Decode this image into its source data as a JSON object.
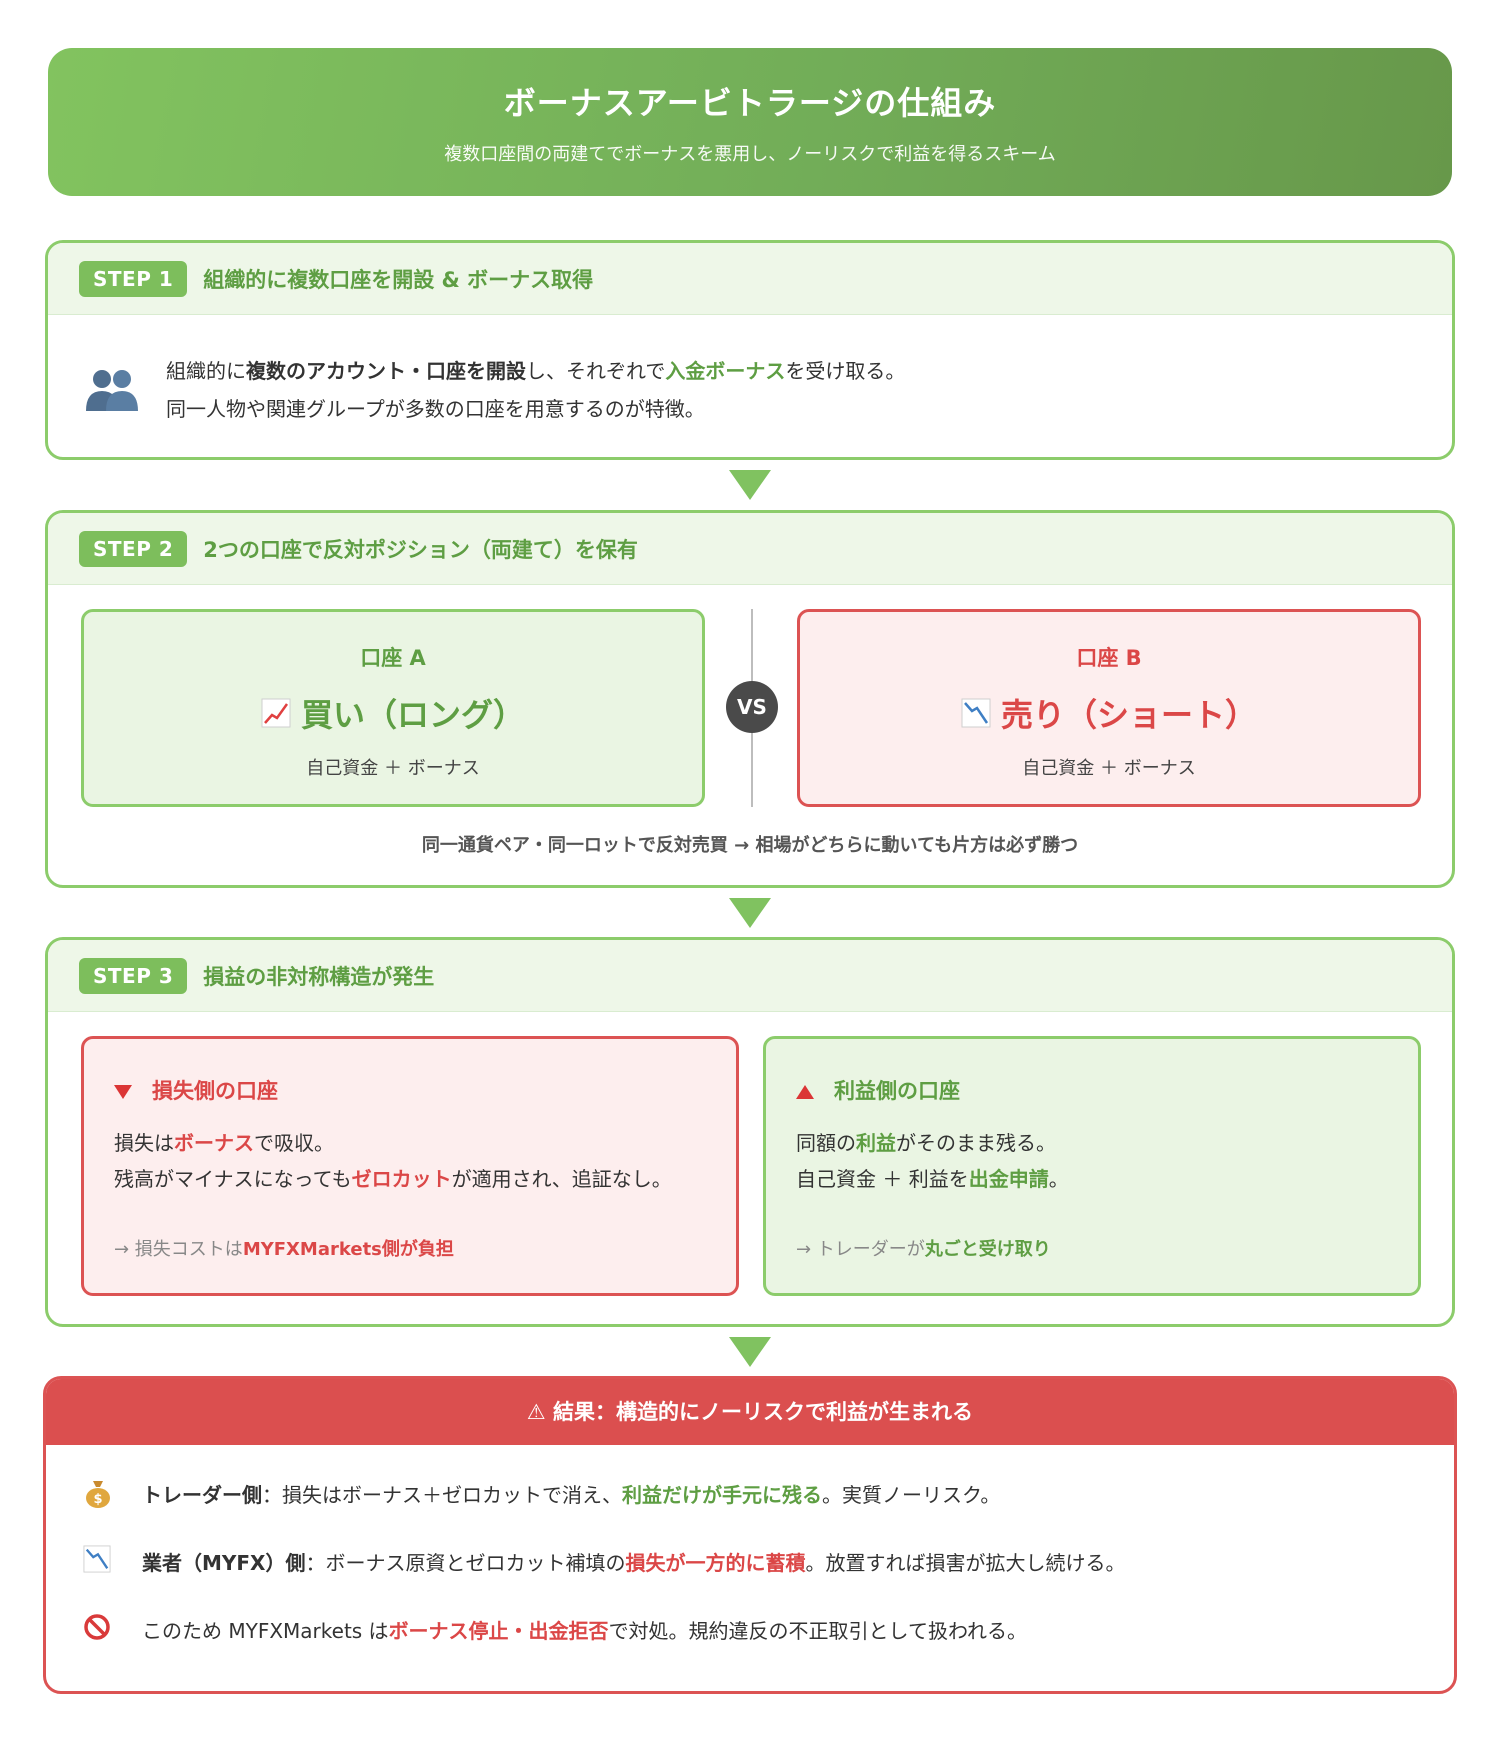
{
  "header": {
    "title": "ボーナスアービトラージの仕組み",
    "subtitle": "複数口座間の両建てでボーナスを悪用し、ノーリスクで利益を得るスキーム"
  },
  "step1": {
    "badge": "STEP 1",
    "title": "組織的に複数口座を開設 & ボーナス取得",
    "icon": "people-icon",
    "line1_a": "組織的に",
    "line1_b": "複数のアカウント・口座を開設",
    "line1_c": "し、それぞれで",
    "line1_d": "入金ボーナス",
    "line1_e": "を受け取る。",
    "line2": "同一人物や関連グループが多数の口座を用意するのが特徴。"
  },
  "step2": {
    "badge": "STEP 2",
    "title": "2つの口座で反対ポジション（両建て）を保有",
    "account_a": {
      "name": "口座 A",
      "icon": "chart-up-icon",
      "position": "買い（ロング）",
      "funds": "自己資金 ＋ ボーナス"
    },
    "account_b": {
      "name": "口座 B",
      "icon": "chart-down-icon",
      "position": "売り（ショート）",
      "funds": "自己資金 ＋ ボーナス"
    },
    "vs": "VS",
    "note": "同一通貨ペア・同一ロットで反対売買 → 相場がどちらに動いても片方は必ず勝つ"
  },
  "step3": {
    "badge": "STEP 3",
    "title": "損益の非対称構造が発生",
    "loss": {
      "title": "損失側の口座",
      "line1_a": "損失は",
      "line1_b": "ボーナス",
      "line1_c": "で吸収。",
      "line2_a": "残高がマイナスになっても",
      "line2_b": "ゼロカット",
      "line2_c": "が適用され、追証なし。",
      "note_a": "→ 損失コストは",
      "note_b": "MYFXMarkets側が負担"
    },
    "gain": {
      "title": "利益側の口座",
      "line1_a": "同額の",
      "line1_b": "利益",
      "line1_c": "がそのまま残る。",
      "line2_a": "自己資金 ＋ 利益を",
      "line2_b": "出金申請",
      "line2_c": "。",
      "note_a": "→ トレーダーが",
      "note_b": "丸ごと受け取り"
    }
  },
  "result": {
    "title": "⚠ 結果：構造的にノーリスクで利益が生まれる",
    "row1": {
      "icon": "money-bag-icon",
      "a": "トレーダー側",
      "b": "：損失はボーナス＋ゼロカットで消え、",
      "c": "利益だけが手元に残る",
      "d": "。実質ノーリスク。"
    },
    "row2": {
      "icon": "chart-down-icon",
      "a": "業者（MYFX）側",
      "b": "：ボーナス原資とゼロカット補填の",
      "c": "損失が一方的に蓄積",
      "d": "。放置すれば損害が拡大し続ける。"
    },
    "row3": {
      "icon": "prohibited-icon",
      "a": "このため MYFXMarkets は",
      "b": "ボーナス停止・出金拒否",
      "c": "で対処。規約違反の不正取引として扱われる。"
    }
  },
  "colors": {
    "green": "#7dbe5c",
    "green_text": "#5e9e43",
    "red": "#db4747",
    "green_bg": "#eaf5e3",
    "red_bg": "#fdeeee"
  }
}
